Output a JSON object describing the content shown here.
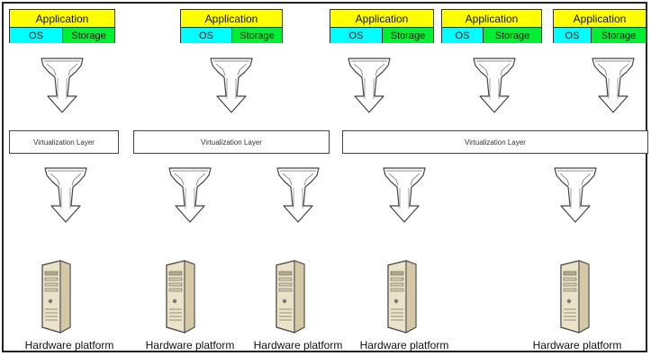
{
  "diagram": {
    "colors": {
      "application": "#ffff00",
      "os": "#00ffff",
      "storage": "#00ee33",
      "server_body": "#ebe3c8",
      "server_shadow": "#c5b994",
      "outline": "#333333"
    },
    "vm_stacks": [
      {
        "application": "Application",
        "os": "OS",
        "storage": "Storage"
      },
      {
        "application": "Application",
        "os": "OS",
        "storage": "Storage"
      },
      {
        "application": "Application",
        "os": "OS",
        "storage": "Storage"
      },
      {
        "application": "Application",
        "os": "OS",
        "storage": "Storage"
      },
      {
        "application": "Application",
        "os": "OS",
        "storage": "Storage"
      }
    ],
    "virtualization_layers": [
      {
        "label": "Virtualization Layer"
      },
      {
        "label": "Virtualization Layer"
      },
      {
        "label": "Virtualization Layer"
      }
    ],
    "hardware_platforms": [
      {
        "label": "Hardware platform",
        "icon": "server-tower-icon"
      },
      {
        "label": "Hardware platform",
        "icon": "server-tower-icon"
      },
      {
        "label": "Hardware platform",
        "icon": "server-tower-icon"
      },
      {
        "label": "Hardware platform",
        "icon": "server-tower-icon"
      },
      {
        "label": "Hardware platform",
        "icon": "server-tower-icon"
      }
    ],
    "arrow_icon": "down-arrow-icon"
  }
}
